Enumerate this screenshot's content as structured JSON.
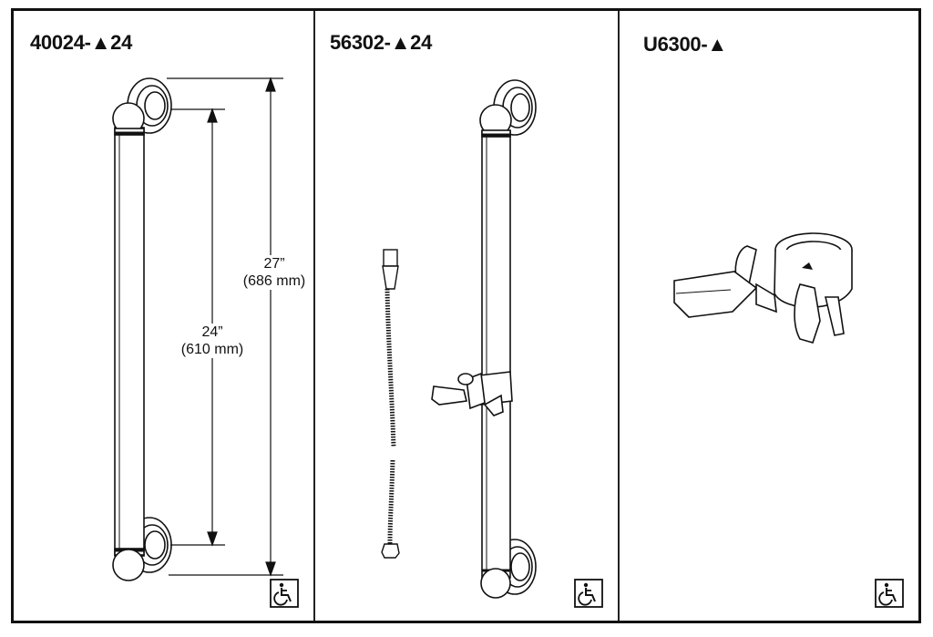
{
  "panels": [
    {
      "model": "40024-▲24",
      "dimensions": [
        {
          "inches": "27”",
          "mm": "(686 mm)"
        },
        {
          "inches": "24”",
          "mm": "(610 mm)"
        }
      ]
    },
    {
      "model": "56302-▲24"
    },
    {
      "model": "U6300-▲"
    }
  ],
  "icons": {
    "accessibility": "wheelchair-accessible-icon"
  }
}
